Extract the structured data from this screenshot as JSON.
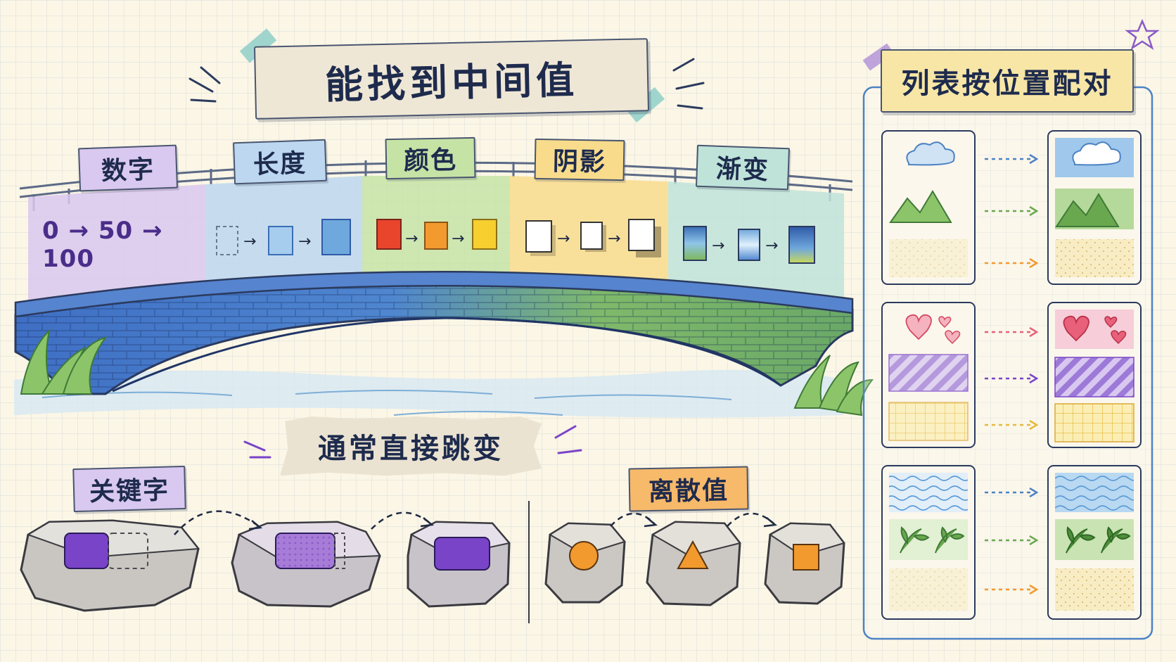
{
  "title": "能找到中间值",
  "subtitle": "通常直接跳变",
  "bridge_stages": [
    {
      "label": "数字",
      "content": "0 → 50 → 100",
      "color": "#d9c8ef"
    },
    {
      "label": "长度",
      "color": "#bcd7ef"
    },
    {
      "label": "颜色",
      "color": "#c6e3a6"
    },
    {
      "label": "阴影",
      "color": "#f8dc8c"
    },
    {
      "label": "渐变",
      "color": "#bfe3d9"
    }
  ],
  "stepping_stones": [
    {
      "label": "关键字"
    },
    {
      "label": "离散值"
    }
  ],
  "list_panel": {
    "title": "列表按位置配对"
  },
  "colors": {
    "purple": "#7a44c8",
    "blue": "#6fa8dc",
    "green": "#7fb85a",
    "orange": "#f29a2e",
    "red": "#e8452c",
    "yellow": "#f7cf2f"
  }
}
